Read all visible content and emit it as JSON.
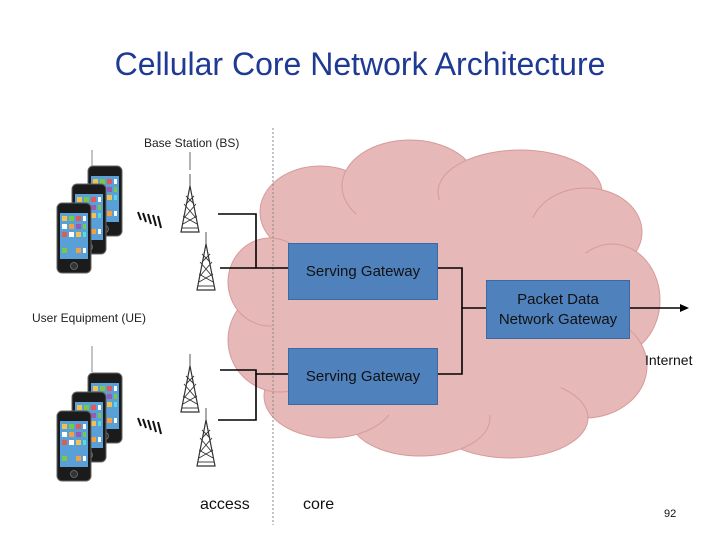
{
  "slide": {
    "title": "Cellular Core Network Architecture",
    "page_number": "92"
  },
  "labels": {
    "base_station": "Base Station (BS)",
    "user_equipment": "User Equipment (UE)",
    "internet": "Internet",
    "access": "access",
    "core": "core"
  },
  "nodes": {
    "serving_gateway_top": "Serving Gateway",
    "serving_gateway_bottom": "Serving Gateway",
    "pdn_gateway_line1": "Packet Data",
    "pdn_gateway_line2": "Network Gateway"
  },
  "colors": {
    "title": "#1f3a93",
    "cloud": "#e6b8b7",
    "gateway_box": "#4f81bd"
  },
  "icons": [
    "smartphone-icon",
    "cell-tower-icon",
    "radio-wave-icon",
    "cloud-shape"
  ]
}
